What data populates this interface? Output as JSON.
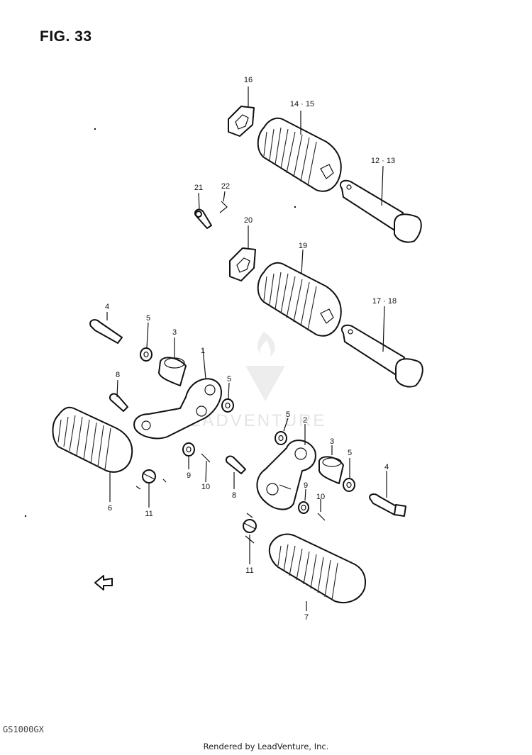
{
  "header": {
    "figure_label": "FIG. 33"
  },
  "model_code": "GS1000GX",
  "footer": {
    "rendered_by": "Rendered by LeadVenture, Inc."
  },
  "watermark": {
    "text": "LEADVENTURE"
  },
  "callouts": {
    "c16": "16",
    "c14_15": "14 · 15",
    "c12_13": "12 · 13",
    "c21": "21",
    "c22": "22",
    "c20": "20",
    "c19": "19",
    "c17_18": "17 · 18",
    "c4a": "4",
    "c5a": "5",
    "c3a": "3",
    "c1": "1",
    "c8a": "8",
    "c5b": "5",
    "c6": "6",
    "c11a": "11",
    "c9a": "9",
    "c10a": "10",
    "c8b": "8",
    "c5c": "5",
    "c2": "2",
    "c3b": "3",
    "c5d": "5",
    "c4b": "4",
    "c9b": "9",
    "c10b": "10",
    "c11b": "11",
    "c7": "7"
  }
}
